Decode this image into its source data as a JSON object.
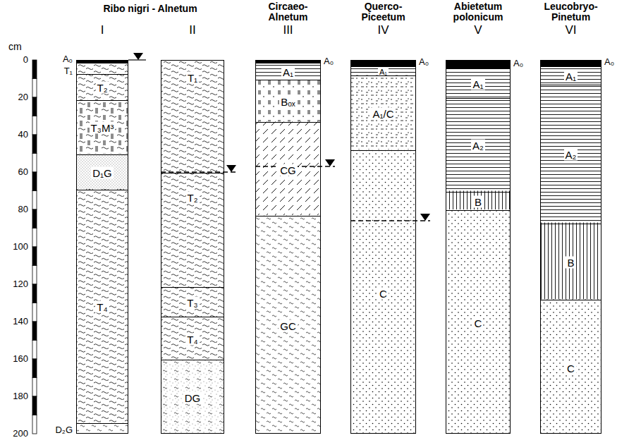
{
  "diagram": {
    "nodes": [
      {
        "text": [
          "I"
        ]
      },
      {
        "text": [
          "A₀"
        ],
        "in": 0
      },
      {
        "text": [
          "T₁"
        ],
        "in": 0
      },
      {
        "text": [
          "T₂"
        ],
        "in": 0
      },
      {
        "text": [
          "T₃M³"
        ],
        "in": 0
      },
      {
        "text": [
          "D₁G"
        ],
        "in": 0
      },
      {
        "text": [
          "T₄"
        ],
        "in": 0
      },
      {
        "text": [
          "D₂G"
        ],
        "in": 0
      },
      {
        "text": [
          "II"
        ]
      },
      {
        "text": [
          "T₁"
        ],
        "in": 8
      },
      {
        "text": [
          "T₂"
        ],
        "in": 8
      },
      {
        "text": [
          "T₃"
        ],
        "in": 8
      },
      {
        "text": [
          "T₄"
        ],
        "in": 8
      },
      {
        "text": [
          "DG"
        ],
        "in": 8
      },
      {
        "text": [
          "Circaeo- Alnetum",
          "III"
        ]
      },
      {
        "text": [
          "A₀"
        ],
        "in": 14
      },
      {
        "text": [
          "A₁"
        ],
        "in": 14
      },
      {
        "text": [
          "Bₒₓ"
        ],
        "in": 14
      },
      {
        "text": [
          "CG"
        ],
        "in": 14
      },
      {
        "text": [
          "GC"
        ],
        "in": 14
      },
      {
        "text": [
          "Querco- Piceetum",
          "IV"
        ]
      },
      {
        "text": [
          "A₀"
        ],
        "in": 20
      },
      {
        "text": [
          "A₁"
        ],
        "in": 20
      },
      {
        "text": [
          "A₁/C"
        ],
        "in": 20
      },
      {
        "text": [
          "C"
        ],
        "in": 20
      },
      {
        "text": [
          "Abietetum polonicum",
          "V"
        ]
      },
      {
        "text": [
          "A₀"
        ],
        "in": 25
      },
      {
        "text": [
          "A₁"
        ],
        "in": 25
      },
      {
        "text": [
          "A₂"
        ],
        "in": 25
      },
      {
        "text": [
          "B"
        ],
        "in": 25
      },
      {
        "text": [
          "C"
        ],
        "in": 25
      },
      {
        "text": [
          "Leucobryo- Pinetum",
          "VI"
        ]
      },
      {
        "text": [
          "A₀"
        ],
        "in": 31
      },
      {
        "text": [
          "A₁"
        ],
        "in": 31
      },
      {
        "text": [
          "A₂"
        ],
        "in": 31
      },
      {
        "text": [
          "B"
        ],
        "in": 31
      },
      {
        "text": [
          "C"
        ],
        "in": 31
      }
    ],
    "labels": [
      "Ribo nigri - Alnetum",
      "cm",
      "0",
      "20",
      "40",
      "60",
      "80",
      "100",
      "120",
      "140",
      "160",
      "180",
      "200"
    ]
  }
}
